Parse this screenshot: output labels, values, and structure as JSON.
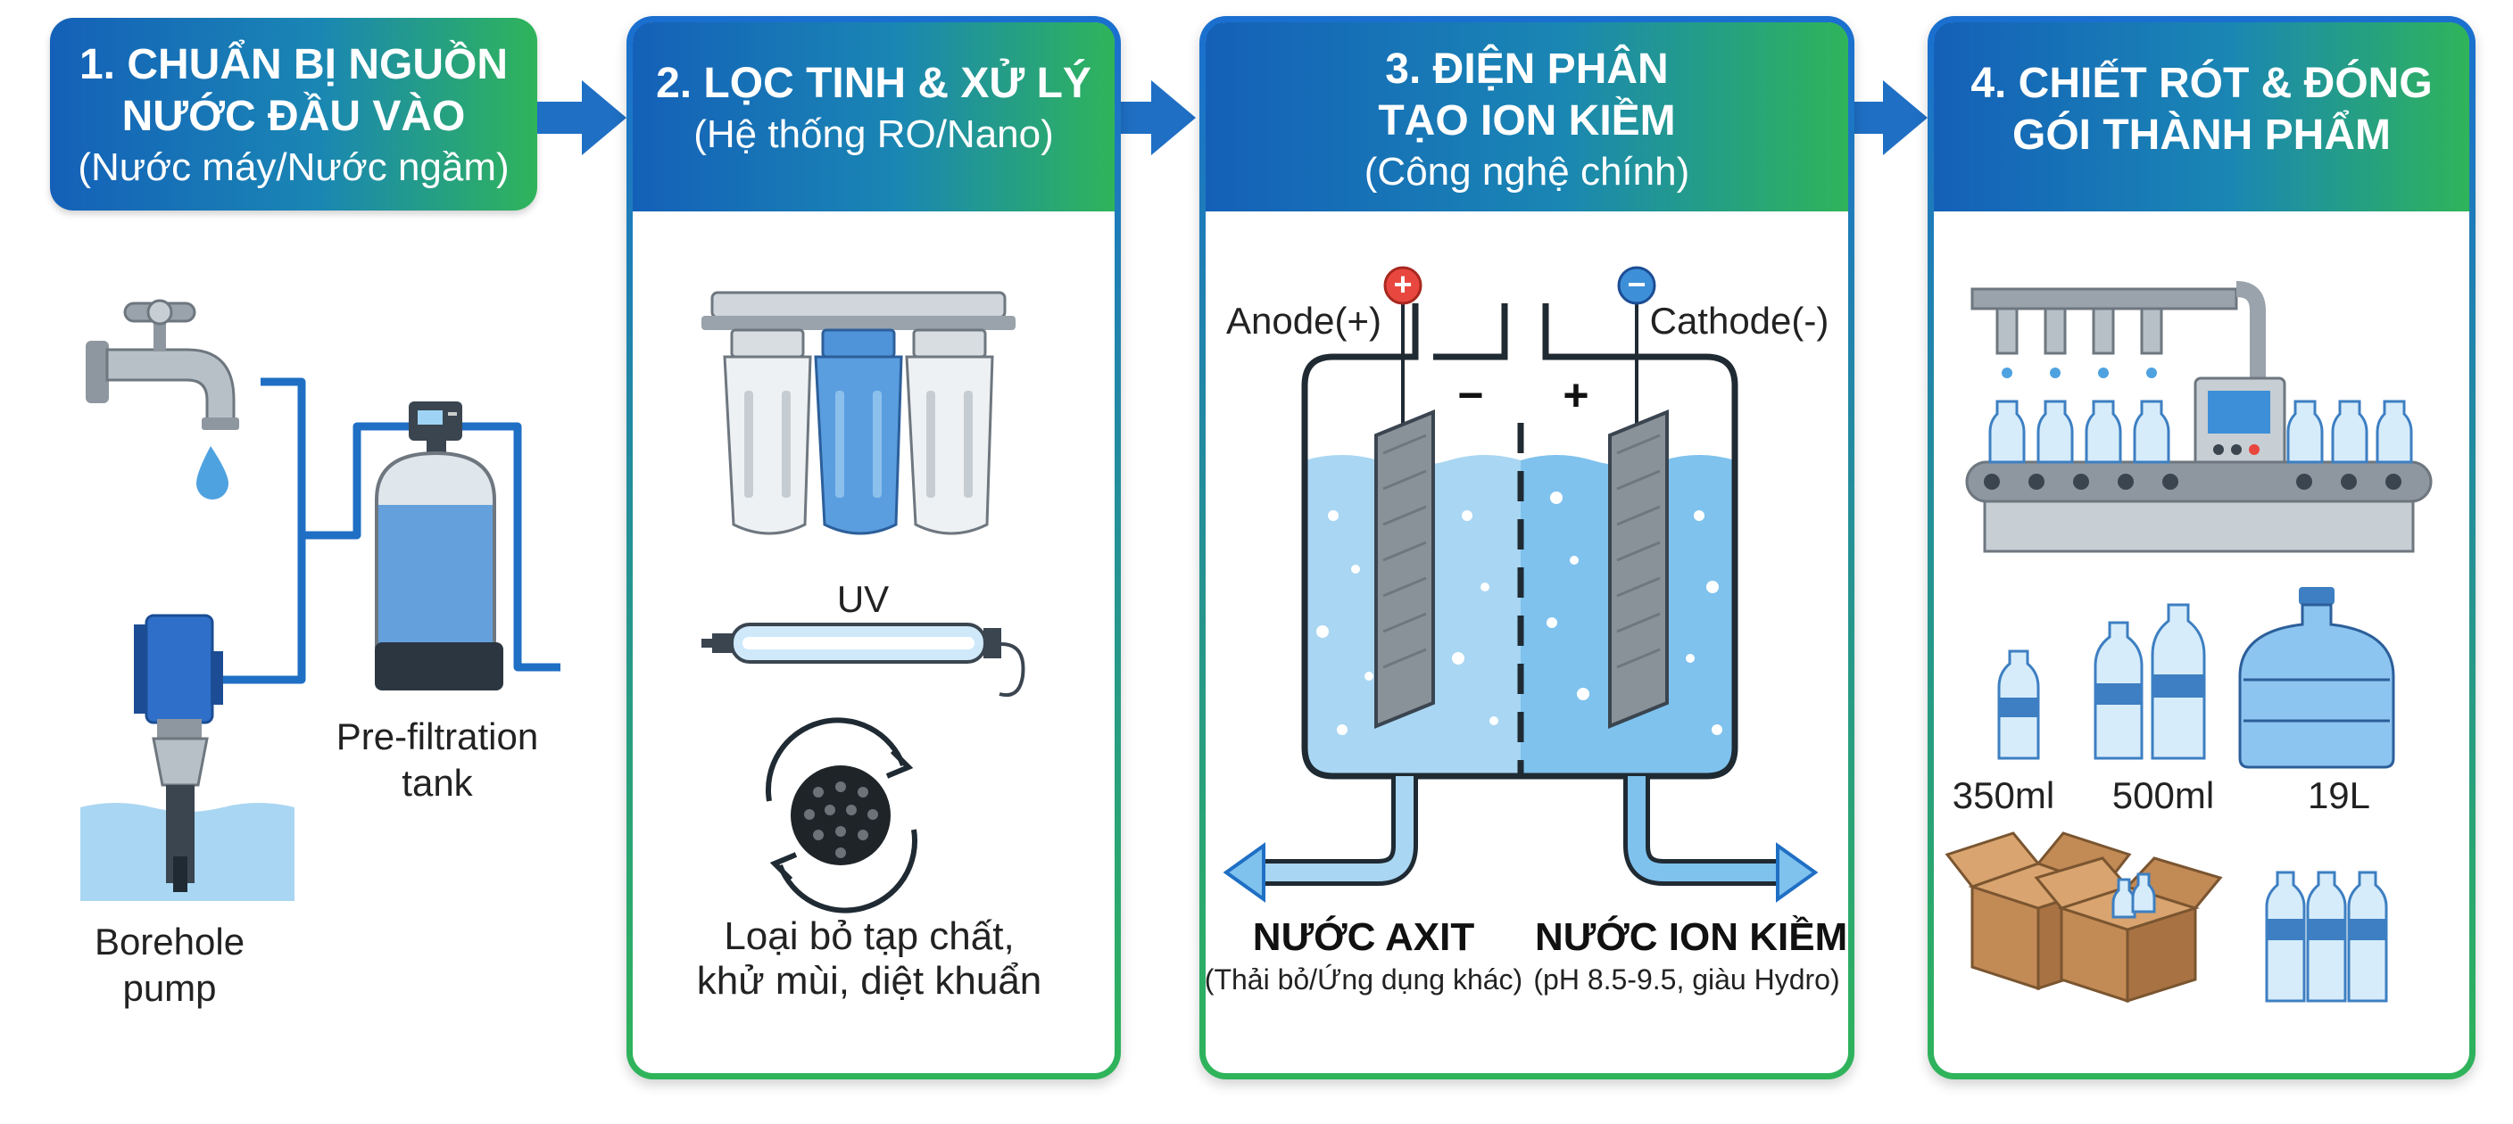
{
  "colors": {
    "header_gradient_start": "#1460b8",
    "header_gradient_end": "#2fb45a",
    "water": "#a9d6f2",
    "alkaline_water": "#7fc2ee",
    "anode_marker": "#e8473f",
    "cathode_marker": "#3d8fd8"
  },
  "steps": [
    {
      "title_line1": "1. CHUẨN BỊ NGUỒN",
      "title_line2": "NƯỚC ĐẦU VÀO",
      "subtitle": "(Nước máy/Nước ngầm)",
      "labels": {
        "pump": "Borehole pump",
        "tank": "Pre-filtration tank"
      },
      "icons": [
        "water-tap-icon",
        "water-drop-icon",
        "borehole-pump-icon",
        "pre-filtration-tank-icon",
        "pipe-icon"
      ]
    },
    {
      "title_line1": "2. LỌC TINH & XỬ LÝ",
      "subtitle": "(Hệ thống RO/Nano)",
      "uv_label": "UV",
      "description_line1": "Loại bỏ tạp chất,",
      "description_line2": "khử mùi, diệt khuẩn",
      "icons": [
        "triple-filter-icon",
        "uv-lamp-icon",
        "activated-carbon-icon",
        "recycle-arrows-icon"
      ]
    },
    {
      "title_line1": "3. ĐIỆN PHÂN",
      "title_line2": "TẠO ION KIỀM",
      "subtitle": "(Công nghệ chính)",
      "anode_label": "Anode(+)",
      "cathode_label": "Cathode(-)",
      "anode_symbol": "+",
      "cathode_symbol": "−",
      "inner_minus": "−",
      "inner_plus": "+",
      "outputs": [
        {
          "title": "NƯỚC AXIT",
          "note": "(Thải bỏ/Ứng dụng khác)"
        },
        {
          "title": "NƯỚC ION KIỀM",
          "note": "(pH 8.5-9.5, giàu Hydro)"
        }
      ],
      "icons": [
        "electrolysis-tank-icon",
        "electrode-plate-icon",
        "membrane-icon",
        "outlet-arrow-icon"
      ]
    },
    {
      "title_line1": "4. CHIẾT RÓT & ĐÓNG",
      "title_line2": "GÓI THÀNH PHẨM",
      "sizes": [
        "350ml",
        "500ml",
        "19L"
      ],
      "icons": [
        "filling-machine-icon",
        "conveyor-icon",
        "bottle-icon",
        "water-jug-icon",
        "carton-box-icon"
      ]
    }
  ],
  "connectors": [
    "arrow-right-icon",
    "arrow-right-icon",
    "arrow-right-icon"
  ]
}
